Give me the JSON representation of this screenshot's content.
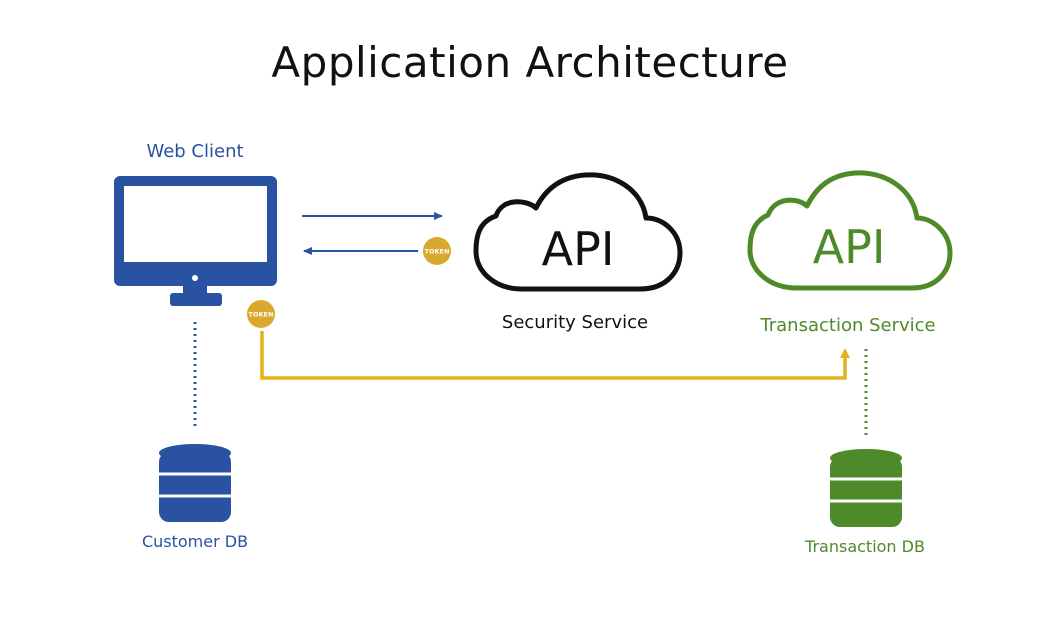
{
  "title": "Application Architecture",
  "nodes": {
    "web_client": {
      "label": "Web Client",
      "icon": "monitor-icon"
    },
    "security_service": {
      "label": "Security Service",
      "badge": "API",
      "icon": "cloud-icon"
    },
    "transaction_service": {
      "label": "Transaction Service",
      "badge": "API",
      "icon": "cloud-icon"
    },
    "customer_db": {
      "label": "Customer DB",
      "icon": "database-icon"
    },
    "transaction_db": {
      "label": "Transaction DB",
      "icon": "database-icon"
    }
  },
  "tokens": {
    "security_response": "TOKEN",
    "client_request": "TOKEN"
  },
  "colors": {
    "client_blue": "#2A52A3",
    "service_green": "#4E8A2A",
    "token_gold": "#D9A82C",
    "flow_gold": "#E2B21C",
    "security_black": "#111111"
  },
  "edges": [
    {
      "from": "Web Client",
      "to": "Security Service",
      "style": "solid-arrow"
    },
    {
      "from": "Security Service",
      "to": "Web Client",
      "style": "solid-arrow",
      "carries": "TOKEN"
    },
    {
      "from": "Web Client",
      "to": "Transaction Service",
      "style": "thick-gold-arrow",
      "carries": "TOKEN"
    },
    {
      "from": "Web Client",
      "to": "Customer DB",
      "style": "dotted"
    },
    {
      "from": "Transaction Service",
      "to": "Transaction DB",
      "style": "dotted"
    }
  ]
}
